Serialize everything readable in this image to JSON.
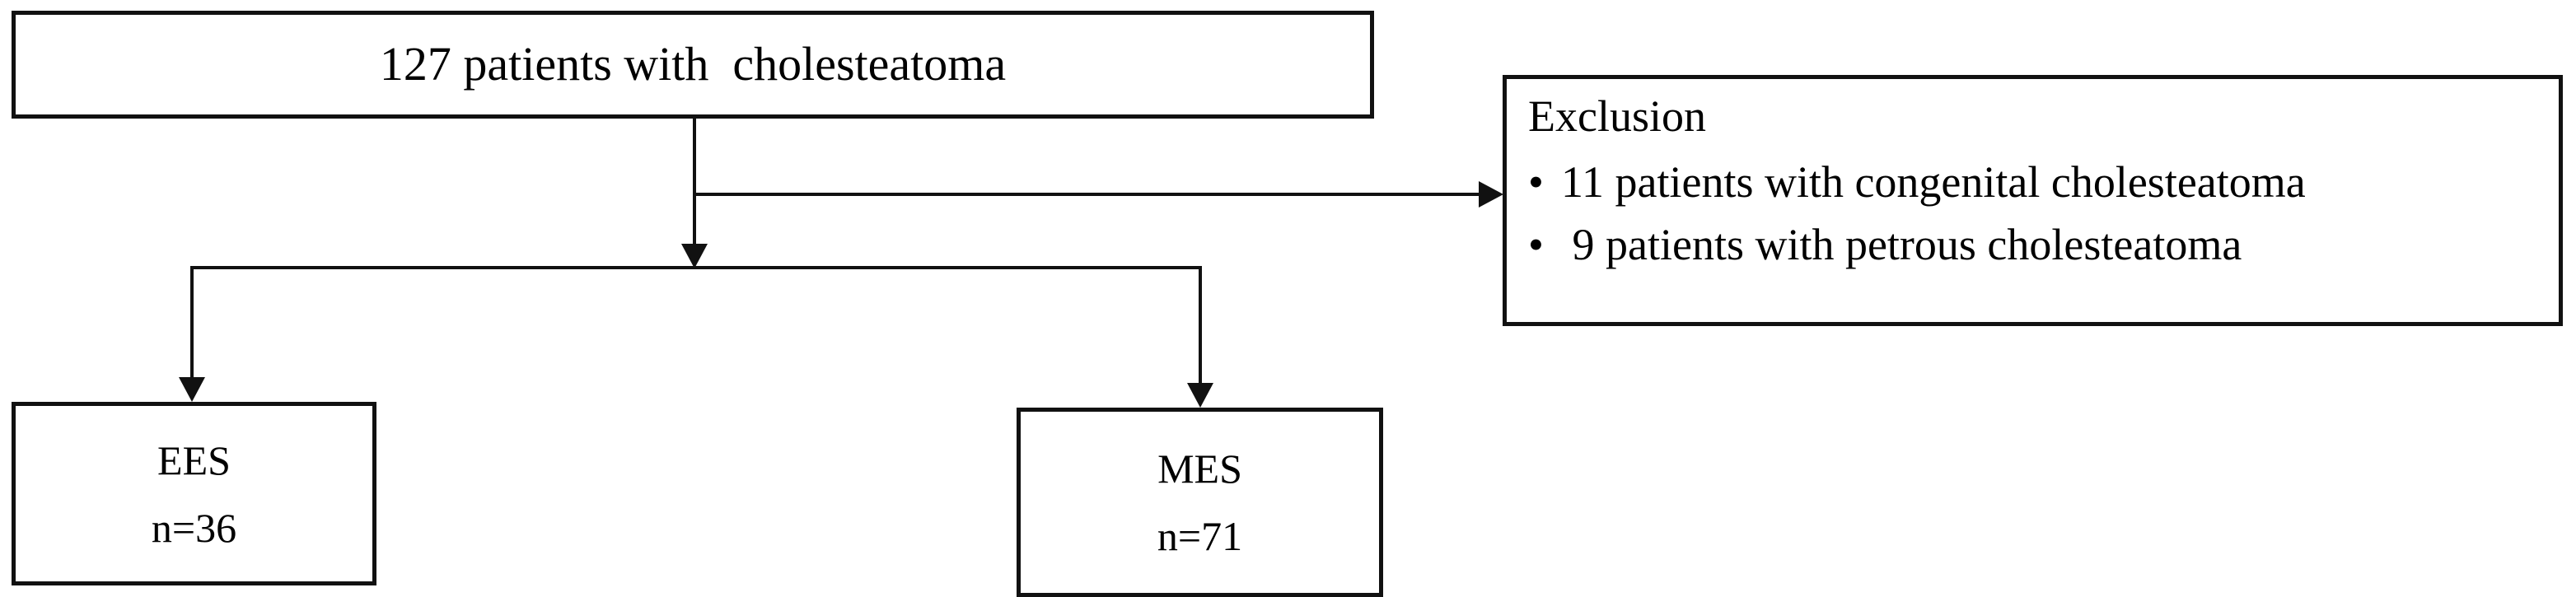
{
  "diagram": {
    "type": "patient-flow-chart",
    "stroke_color": "#111111",
    "background_color": "#ffffff",
    "nodes": {
      "cohort": {
        "label": "127 patients with  cholesteatoma",
        "count": 127
      },
      "exclusion": {
        "title": "Exclusion",
        "bullet_glyph": "•",
        "items": [
          {
            "text": "11 patients with congenital cholesteatoma",
            "count": 11
          },
          {
            "text": " 9 patients with petrous cholesteatoma",
            "count": 9
          }
        ]
      },
      "ees": {
        "label": "EES",
        "count_label": "n=36",
        "count": 36
      },
      "mes": {
        "label": "MES",
        "count_label": "n=71",
        "count": 71
      }
    },
    "connectors": [
      {
        "name": "cohort-to-split",
        "kind": "vertical-arrow"
      },
      {
        "name": "cohort-to-exclusion",
        "kind": "horizontal-arrow"
      },
      {
        "name": "split-to-ees",
        "kind": "vertical-arrow"
      },
      {
        "name": "split-to-mes",
        "kind": "vertical-arrow"
      }
    ]
  }
}
